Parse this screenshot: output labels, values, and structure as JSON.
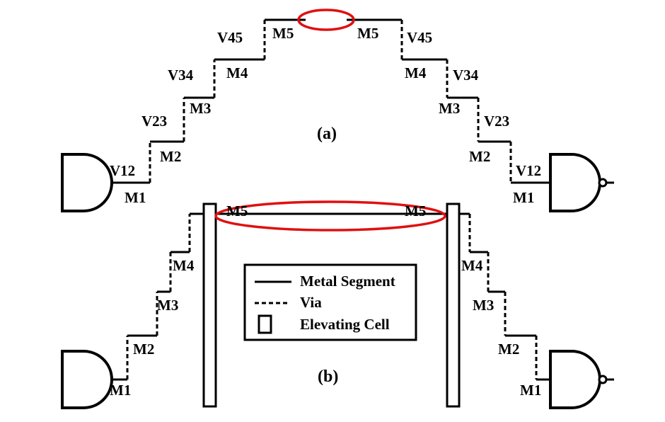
{
  "figure": {
    "top": {
      "caption": "(a)",
      "left_labels": {
        "m1": "M1",
        "v12": "V12",
        "m2": "M2",
        "v23": "V23",
        "m3": "M3",
        "v34": "V34",
        "m4": "M4",
        "v45": "V45",
        "m5": "M5"
      },
      "right_labels": {
        "m1": "M1",
        "v12": "V12",
        "m2": "M2",
        "v23": "V23",
        "m3": "M3",
        "v34": "V34",
        "m4": "M4",
        "v45": "V45",
        "m5": "M5"
      }
    },
    "bottom": {
      "caption": "(b)",
      "left_labels": {
        "m1": "M1",
        "m2": "M2",
        "m3": "M3",
        "m4": "M4",
        "m5": "M5"
      },
      "right_labels": {
        "m1": "M1",
        "m2": "M2",
        "m3": "M3",
        "m4": "M4",
        "m5": "M5"
      }
    },
    "legend": {
      "metal": "Metal Segment",
      "via": "Via",
      "cell": "Elevating Cell"
    },
    "colors": {
      "highlight": "#e01010",
      "ink": "#000000"
    }
  }
}
